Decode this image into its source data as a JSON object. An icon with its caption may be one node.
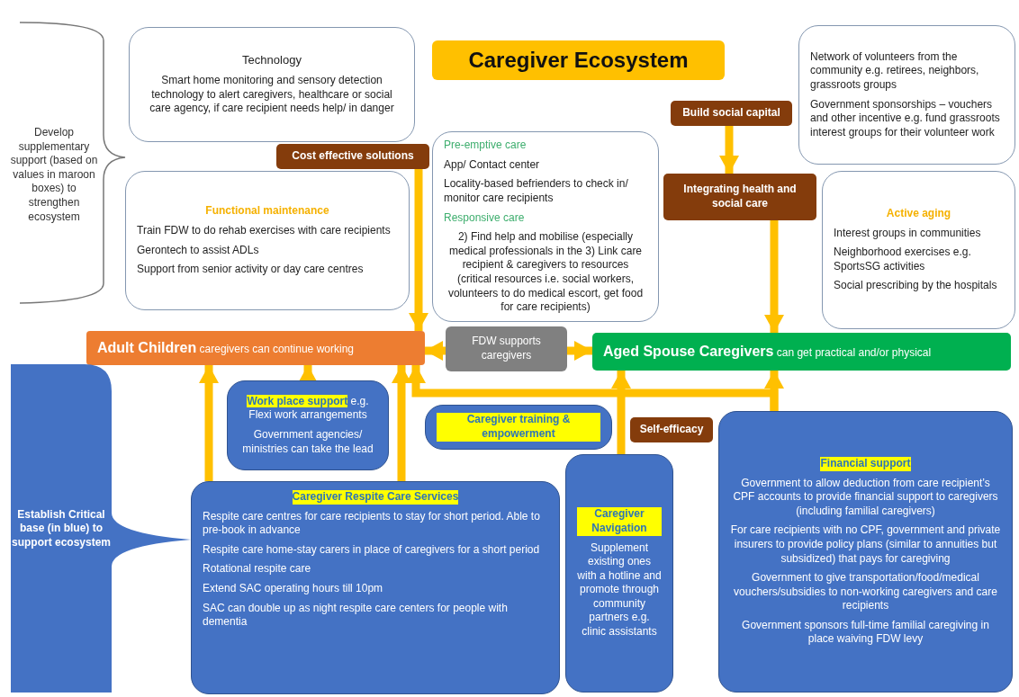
{
  "diagram": {
    "title": "Caregiver Ecosystem",
    "nodes": [
      {
        "text": [
          "Technology",
          "Smart home monitoring and sensory detection technology to alert caregivers, healthcare or social care agency, if care recipient needs help/ in danger"
        ]
      },
      {
        "text": [
          "Cost effective solutions"
        ]
      },
      {
        "text": [
          "Functional maintenance",
          "Train FDW to do rehab exercises with care recipients",
          "Gerontech to assist ADLs",
          "Support from senior activity or day care centres"
        ]
      },
      {
        "text": [
          "Pre-emptive care",
          "App/ Contact center",
          "Locality-based befrienders to check in/ monitor care recipients",
          "Responsive care",
          "2) Find help and mobilise (especially medical professionals in the 3) Link care recipient & caregivers to resources (critical resources i.e. social workers, volunteers to do medical escort, get food for care recipients)"
        ]
      },
      {
        "text": [
          "Build social capital"
        ]
      },
      {
        "text": [
          "Network of volunteers from the community e.g. retirees, neighbors, grassroots groups",
          "Government sponsorships – vouchers and other incentive e.g. fund grassroots interest groups for their volunteer work"
        ]
      },
      {
        "text": [
          "Integrating health and social care"
        ]
      },
      {
        "text": [
          "Active aging",
          "Interest groups in communities",
          "Neighborhood exercises e.g. SportsSG activities",
          "Social prescribing by the hospitals"
        ]
      },
      {
        "text": [
          "**Adult Children** caregivers can continue working"
        ]
      },
      {
        "text": [
          "FDW supports caregivers"
        ]
      },
      {
        "text": [
          "**Aged Spouse Caregivers** can get practical and/or physical"
        ]
      },
      {
        "text": [
          "**Work place support** e.g. Flexi work arrangements",
          "Government agencies/ ministries can take the lead"
        ]
      },
      {
        "text": [
          "Caregiver training & empowerment"
        ]
      },
      {
        "text": [
          "Self-efficacy"
        ]
      },
      {
        "text": [
          "Caregiver Navigation",
          "Supplement existing ones with a hotline and promote through community partners e.g. clinic assistants"
        ]
      },
      {
        "text": [
          "Financial support",
          "Government to allow deduction from care recipient’s CPF accounts to provide financial support to caregivers (including familial caregivers)",
          "For care recipients with no CPF, government and private insurers to provide policy plans (similar to annuities but subsidized) that pays for caregiving",
          "Government to give transportation/food/medical vouchers/subsidies  to non-working caregivers and care recipients",
          "Government sponsors full-time familial caregiving in place waiving FDW levy"
        ]
      },
      {
        "text": [
          "Caregiver Respite Care Services",
          "Respite care centres for care recipients to stay for short period. Able to pre-book in advance",
          "Respite care home-stay carers in place of caregivers for a short period",
          "Rotational respite care",
          "Extend SAC operating hours till 10pm",
          "SAC can double up as night respite care centers for people with dementia"
        ]
      },
      {
        "text": [
          "Establish Critical base (in blue) to support ecosystem"
        ]
      }
    ],
    "edges": [
      {
        "from": 1,
        "to": 8,
        "arrow": "to"
      },
      {
        "from": 4,
        "to": 6,
        "arrow": "to"
      },
      {
        "from": 6,
        "to": 10,
        "arrow": "to"
      },
      {
        "from": 9,
        "to": 8,
        "arrow": "to"
      },
      {
        "from": 9,
        "to": 10,
        "arrow": "to"
      },
      {
        "from": 11,
        "to": 8,
        "arrow": "to"
      },
      {
        "from": 16,
        "to": 8,
        "arrow": "to"
      },
      {
        "from": 16,
        "to": 8,
        "arrow": "to"
      },
      {
        "from": 15,
        "to": 10,
        "arrow": "to"
      },
      {
        "from": 15,
        "to": 8,
        "arrow": "to"
      },
      {
        "from": 14,
        "to": 10,
        "arrow": "to"
      }
    ],
    "labels": [
      "Develop supplementary support (based on values in maroon boxes) to strengthen ecosystem"
    ]
  }
}
